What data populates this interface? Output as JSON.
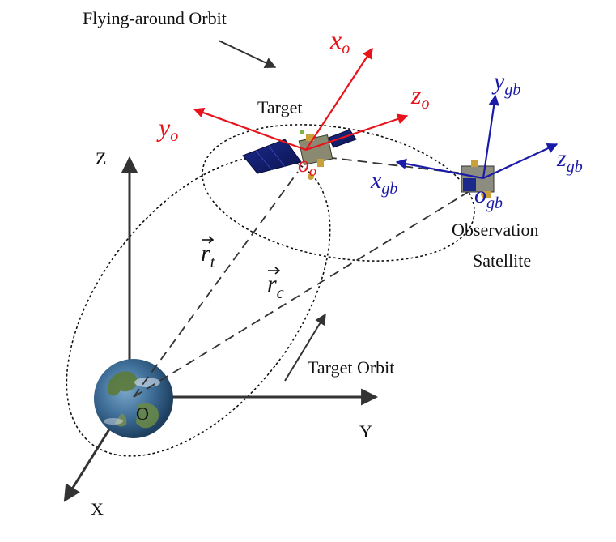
{
  "labels": {
    "flying_around_orbit": "Flying-around Orbit",
    "target": "Target",
    "observation": "Observation",
    "satellite": "Satellite",
    "target_orbit": "Target Orbit",
    "axis_z": "Z",
    "axis_y": "Y",
    "axis_x": "X",
    "origin": "O"
  },
  "target_frame": {
    "x_axis": "x",
    "x_sub": "o",
    "y_axis": "y",
    "y_sub": "o",
    "z_axis": "z",
    "z_sub": "o",
    "origin": "o",
    "origin_sub": "o"
  },
  "observer_frame": {
    "x_axis": "x",
    "x_sub": "gb",
    "y_axis": "y",
    "y_sub": "gb",
    "z_axis": "z",
    "z_sub": "gb",
    "origin": "o",
    "origin_sub": "gb"
  },
  "vectors": {
    "r_t": "r",
    "r_t_sub": "t",
    "r_c": "r",
    "r_c_sub": "c"
  },
  "colors": {
    "target_frame": "#e8141c",
    "observer_frame": "#1a1aa8",
    "axes": "#333333"
  }
}
